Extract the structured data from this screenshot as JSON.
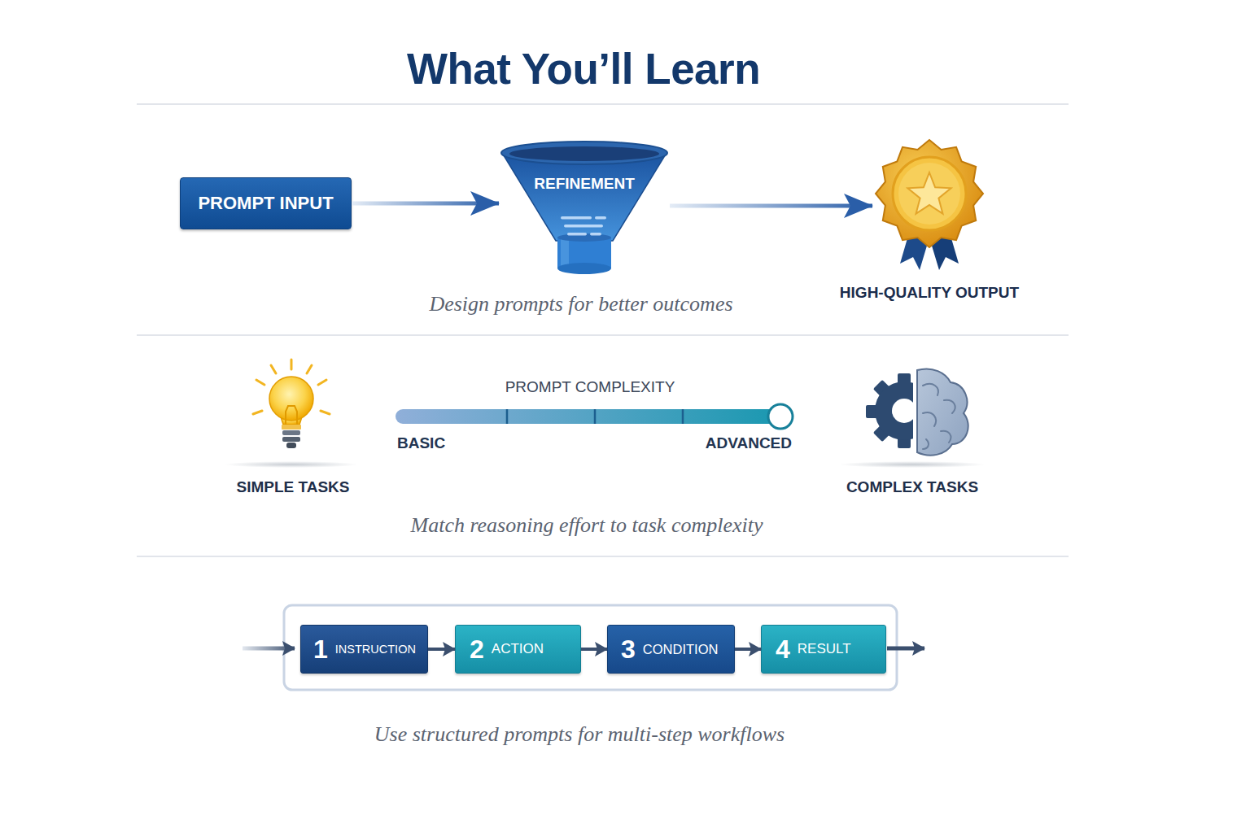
{
  "diagram": {
    "title": "What You’ll Learn",
    "nodes": [
      {
        "text": [
          "PROMPT INPUT"
        ]
      },
      {
        "text": [
          "REFINEMENT"
        ]
      },
      {
        "text": [
          "HIGH-QUALITY OUTPUT"
        ]
      },
      {
        "text": [
          "1",
          "INSTRUCTION"
        ]
      },
      {
        "text": [
          "2",
          "ACTION"
        ]
      },
      {
        "text": [
          "3",
          "CONDITION"
        ]
      },
      {
        "text": [
          "4",
          "RESULT"
        ]
      }
    ],
    "edges": [
      {
        "from": 0,
        "to": 1,
        "arrow": "to"
      },
      {
        "from": 1,
        "to": 2,
        "arrow": "to"
      },
      {
        "from": 3,
        "to": 4,
        "arrow": "to"
      },
      {
        "from": 4,
        "to": 5,
        "arrow": "to"
      },
      {
        "from": 5,
        "to": 6,
        "arrow": "to"
      }
    ],
    "labels": [
      "Design prompts for better outcomes",
      "PROMPT COMPLEXITY",
      "BASIC",
      "ADVANCED",
      "SIMPLE TASKS",
      "COMPLEX TASKS",
      "Match reasoning effort to task complexity",
      "Use structured prompts for multi-step workflows"
    ]
  }
}
